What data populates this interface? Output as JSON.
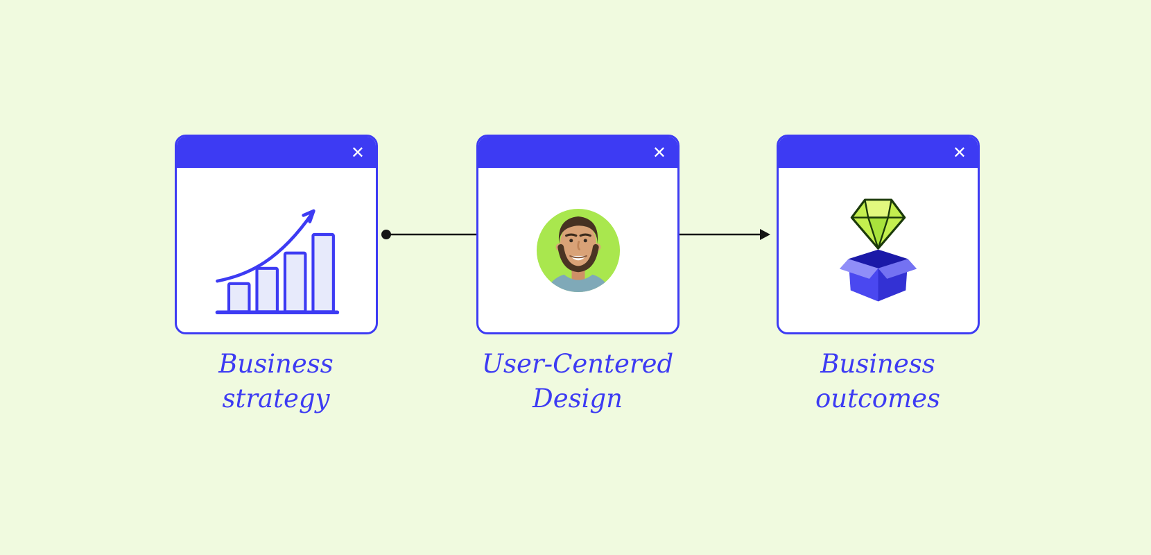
{
  "canvas": {
    "background": "#F0FADF",
    "accent": "#3D3BF3"
  },
  "colors": {
    "connector_line": "#151515",
    "lime_circle": "#A9E74E",
    "chart_bar_fill": "#E7EAFB",
    "gem_green": "#C4EF4F",
    "box_blue": "#4A48F0"
  },
  "window": {
    "close_glyph": "✕"
  },
  "nodes": [
    {
      "name": "business-strategy",
      "icon": "growth-chart-icon",
      "label_line1": "Business",
      "label_line2": "strategy"
    },
    {
      "name": "user-centered-design",
      "icon": "user-portrait-icon",
      "label_line1": "User-Centered",
      "label_line2": "Design"
    },
    {
      "name": "business-outcomes",
      "icon": "open-box-diamond-icon",
      "label_line1": "Business",
      "label_line2": "outcomes"
    }
  ],
  "connectors": [
    {
      "from": "business-strategy",
      "to": "user-centered-design",
      "start_cap": "dot",
      "end_cap": "plain"
    },
    {
      "from": "user-centered-design",
      "to": "business-outcomes",
      "start_cap": "plain",
      "end_cap": "arrow"
    }
  ]
}
